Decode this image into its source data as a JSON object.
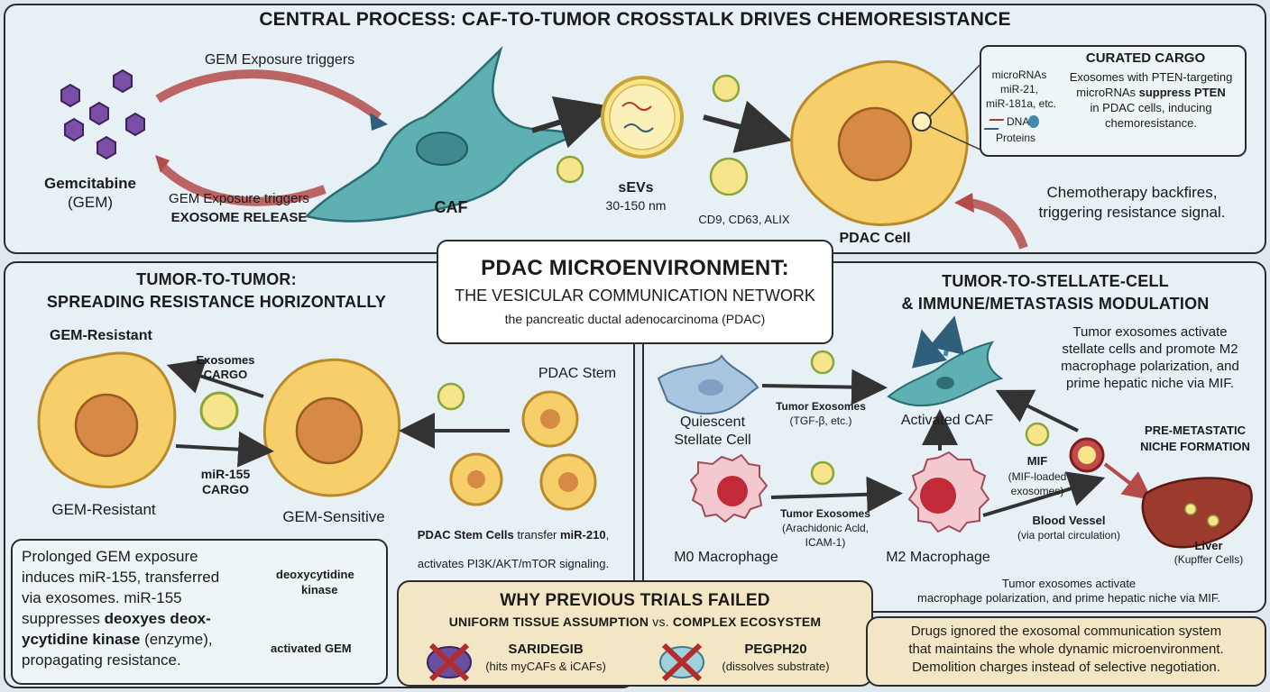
{
  "colors": {
    "panel_bg": "#e6f0f5",
    "cell_fill": "#f6cf6a",
    "nucleus": "#d78a43",
    "caf": "#4fa3a6",
    "arrow_red": "#b44a4a",
    "arrow_dark": "#333333",
    "bottom_bg": "#f3e6c4"
  },
  "top": {
    "title": "CENTRAL PROCESS: CAF-TO-TUMOR CROSSTALK DRIVES CHEMORESISTANCE",
    "gem_label": "Gemcitabine",
    "gem_abbr": "(GEM)",
    "arrow_top": "GEM Exposure triggers",
    "arrow_bottom_1": "GEM Exposure triggers",
    "arrow_bottom_2": "EXOSOME RELEASE",
    "caf_label": "CAF",
    "sev_label": "sEVs",
    "sev_size": "30-150 nm",
    "sev_markers": "CD9, CD63, ALIX",
    "pdac_label": "PDAC Cell",
    "cargo_title": "CURATED CARGO",
    "cargo_mirna": "microRNAs",
    "cargo_mir21": "miR-21,",
    "cargo_mir181": "miR-181a, etc.",
    "cargo_dna": "DNA",
    "cargo_proteins": "Proteins",
    "cargo_desc_1": "Exosomes with PTEN-targeting",
    "cargo_desc_2a": "microRNAs ",
    "cargo_desc_2b": "suppress PTEN",
    "cargo_desc_3": "in PDAC cells, inducing",
    "cargo_desc_4": "chemoresistance.",
    "backfire_1": "Chemotherapy backfires,",
    "backfire_2": "triggering resistance signal."
  },
  "center": {
    "title": "PDAC MICROENVIRONMENT:",
    "subtitle": "THE VESICULAR COMMUNICATION NETWORK",
    "note": "the pancreatic ductal adenocarcinoma (PDAC)"
  },
  "left": {
    "title_1": "TUMOR-TO-TUMOR:",
    "title_2": "SPREADING RESISTANCE HORIZONTALLY",
    "resistant_top": "GEM-Resistant",
    "exo_cargo_1": "Exosomes",
    "exo_cargo_2": "CARGO",
    "mir155_1": "miR-155",
    "mir155_2": "CARGO",
    "resistant_bottom": "GEM-Resistant",
    "sensitive": "GEM-Sensitive",
    "stem_label": "PDAC Stem",
    "stem_desc_a": "PDAC Stem Cells",
    "stem_desc_b": " transfer ",
    "stem_desc_c": "miR-210",
    "stem_desc_d": ",",
    "stem_desc_2": "activates PI3K/AKT/mTOR signaling.",
    "box_1": "Prolonged GEM exposure",
    "box_2": "induces miR-155, transferred",
    "box_3": "via exosomes. miR-155",
    "box_4a": "suppresses ",
    "box_4b": "deoxyes deox-",
    "box_5a": "ycytidine kinase",
    "box_5b": " (enzyme),",
    "box_6": "propagating resistance.",
    "legend_kinase_1": "deoxycytidine",
    "legend_kinase_2": "kinase",
    "legend_gem": "activated GEM"
  },
  "right": {
    "title_1": "TUMOR-TO-STELLATE-CELL",
    "title_2": "& IMMUNE/METASTASIS MODULATION",
    "desc_1": "Tumor exosomes activate",
    "desc_2": "stellate cells and promote M2",
    "desc_3": "macrophage polarization, and",
    "desc_4": "prime hepatic niche via MIF.",
    "quiescent_1": "Quiescent",
    "quiescent_2": "Stellate Cell",
    "tumor_exo_1": "Tumor Exosomes",
    "tumor_exo_1b": "(TGF-β, etc.)",
    "activated_caf": "Activated CAF",
    "mif": "MIF",
    "mif_2": "(MIF-loaded",
    "mif_3": "exosomes)",
    "pre_meta_1": "PRE-METASTATIC",
    "pre_meta_2": "NICHE FORMATION",
    "m0": "M0 Macrophage",
    "tumor_exo_2": "Tumor Exosomes",
    "tumor_exo_2b": "(Arachidonic Acld,",
    "tumor_exo_2c": "ICAM-1)",
    "m2": "M2 Macrophage",
    "blood_vessel": "Blood Vessel",
    "portal": "(via portal circulation)",
    "liver": "Liver",
    "kupffer": "(Kupffer Cells)",
    "footer_1": "Tumor exosomes activate",
    "footer_2": "macrophage polarization, and prime hepatic niche via MIF."
  },
  "bottom": {
    "title": "WHY PREVIOUS TRIALS FAILED",
    "subtitle_a": "UNIFORM TISSUE ASSUMPTION",
    "subtitle_b": " vs. ",
    "subtitle_c": "COMPLEX ECOSYSTEM",
    "drug1": "SARIDEGIB",
    "drug1_desc": "(hits myCAFs & iCAFs)",
    "drug2": "PEGPH20",
    "drug2_desc": "(dissolves substrate)",
    "conclusion_1": "Drugs ignored the exosomal communication system",
    "conclusion_2": "that maintains the whole dynamic microenvironment.",
    "conclusion_3": "Demolition charges instead of selective negotiation."
  }
}
